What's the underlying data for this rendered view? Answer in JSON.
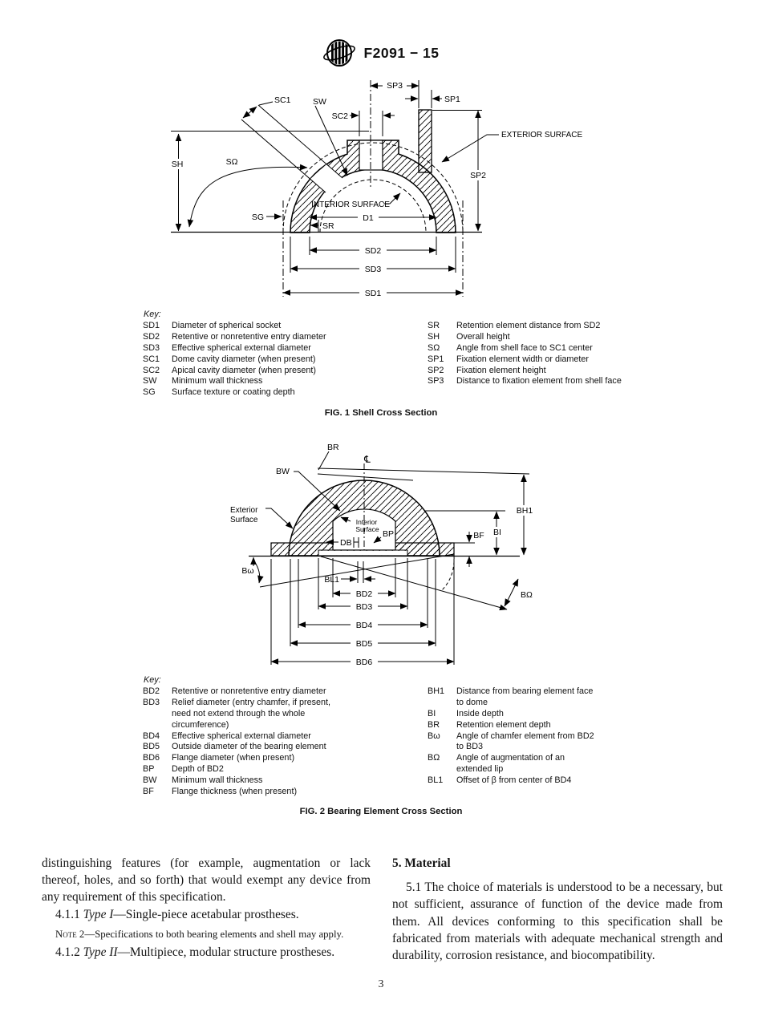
{
  "header": {
    "code": "F2091 − 15"
  },
  "fig1": {
    "caption": "FIG. 1 Shell Cross Section",
    "key_title": "Key:",
    "labels": {
      "sh": "SH",
      "s_omega": "SΩ",
      "sc1": "SC1",
      "sw": "SW",
      "sc2": "SC2",
      "sp3": "SP3",
      "sp1": "SP1",
      "sp2": "SP2",
      "sg": "SG",
      "sr": "SR",
      "d1": "D1",
      "sd2": "SD2",
      "sd3": "SD3",
      "sd1": "SD1",
      "exterior_surface": "EXTERIOR SURFACE",
      "interior_surface": "INTERIOR SURFACE"
    },
    "key_left": [
      {
        "term": "SD1",
        "desc": "Diameter of spherical socket"
      },
      {
        "term": "SD2",
        "desc": "Retentive or nonretentive entry diameter"
      },
      {
        "term": "SD3",
        "desc": "Effective spherical external diameter"
      },
      {
        "term": "SC1",
        "desc": "Dome cavity diameter (when present)"
      },
      {
        "term": "SC2",
        "desc": "Apical cavity diameter (when present)"
      },
      {
        "term": "SW",
        "desc": "Minimum wall thickness"
      },
      {
        "term": "SG",
        "desc": "Surface texture or coating depth"
      }
    ],
    "key_right": [
      {
        "term": "SR",
        "desc": "Retention element distance from SD2"
      },
      {
        "term": "SH",
        "desc": "Overall height"
      },
      {
        "term": "SΩ",
        "desc": "Angle from shell face to SC1 center"
      },
      {
        "term": "SP1",
        "desc": "Fixation element width or diameter"
      },
      {
        "term": "SP2",
        "desc": "Fixation element height"
      },
      {
        "term": "SP3",
        "desc": "Distance to fixation element from shell face"
      }
    ]
  },
  "fig2": {
    "caption": "FIG. 2 Bearing Element Cross Section",
    "key_title": "Key:",
    "labels": {
      "br": "BR",
      "centerline": "℄",
      "bw": "BW",
      "exterior_1": "Exterior",
      "exterior_2": "Surface",
      "interior_1": "Interior",
      "interior_2": "Surface",
      "bp": "BP",
      "db": "DB",
      "bf": "BF",
      "bi": "BI",
      "bh1": "BH1",
      "b_omega_lc": "Bω",
      "b_omega_uc": "BΩ",
      "bl1": "BL1",
      "bd2": "BD2",
      "bd3": "BD3",
      "bd4": "BD4",
      "bd5": "BD5",
      "bd6": "BD6"
    },
    "key_left": [
      {
        "term": "BD2",
        "desc": "Retentive or nonretentive entry diameter"
      },
      {
        "term": "BD3",
        "desc": "Relief diameter (entry chamfer, if present, need not extend through the whole circumference)"
      },
      {
        "term": "BD4",
        "desc": "Effective spherical external diameter"
      },
      {
        "term": "BD5",
        "desc": "Outside diameter of the bearing element"
      },
      {
        "term": "BD6",
        "desc": "Flange diameter (when present)"
      },
      {
        "term": "BP",
        "desc": "Depth of BD2"
      },
      {
        "term": "BW",
        "desc": "Minimum wall thickness"
      },
      {
        "term": "BF",
        "desc": "Flange thickness (when present)"
      }
    ],
    "key_right": [
      {
        "term": "BH1",
        "desc": "Distance from bearing element face to dome"
      },
      {
        "term": "BI",
        "desc": "Inside depth"
      },
      {
        "term": "BR",
        "desc": "Retention element depth"
      },
      {
        "term": "Bω",
        "desc": "Angle of chamfer element from BD2 to BD3"
      },
      {
        "term": "BΩ",
        "desc": "Angle of augmentation of an extended lip"
      },
      {
        "term": "BL1",
        "desc": "Offset of β from center of BD4"
      }
    ]
  },
  "body": {
    "left": {
      "p1": "distinguishing features (for example, augmentation or lack thereof, holes, and so forth) that would exempt any device from any requirement of this specification.",
      "s411_num": "4.1.1 ",
      "s411_type": "Type I",
      "s411_rest": "—Single-piece acetabular prostheses.",
      "note_label": "Note 2",
      "note_rest": "—Specifications to both bearing elements and shell may apply.",
      "s412_num": "4.1.2 ",
      "s412_type": "Type II",
      "s412_rest": "—Multipiece, modular structure prostheses."
    },
    "right": {
      "heading": "5. Material",
      "p51": "5.1 The choice of materials is understood to be a necessary, but not sufficient, assurance of function of the device made from them. All devices conforming to this specification shall be fabricated from materials with adequate mechanical strength and durability, corrosion resistance, and biocompatibility."
    }
  },
  "footer": {
    "page_number": "3"
  }
}
